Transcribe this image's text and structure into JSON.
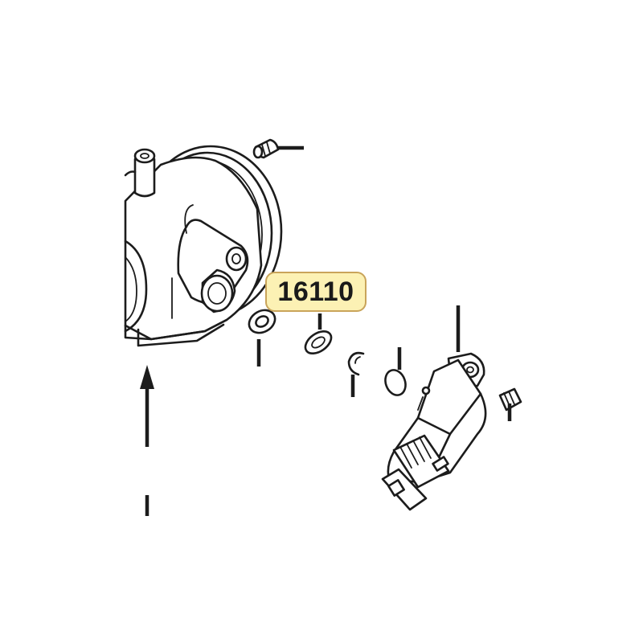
{
  "diagram": {
    "callout_part_number": "16110",
    "colors": {
      "line": "#1c1c1c",
      "callout_fill": "#fcf1b4",
      "callout_border": "#c9a45a",
      "background": "#ffffff"
    },
    "parts": [
      "throttle-body",
      "set-screw",
      "thick-washer",
      "flat-washer",
      "retaining-clip",
      "o-ring",
      "throttle-position-sensor",
      "mounting-screw"
    ]
  }
}
